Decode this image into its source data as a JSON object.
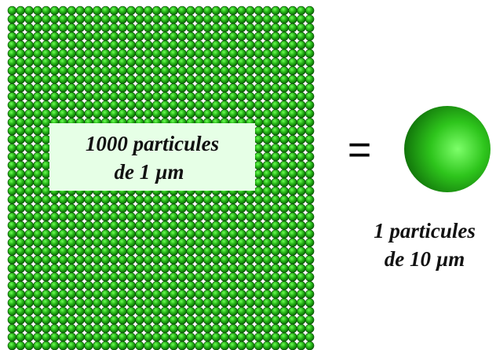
{
  "small_particles": {
    "label_line1": "1000 particules",
    "label_line2": "de   1 µm"
  },
  "equals": "=",
  "large_particle": {
    "label_line1": "1 particules",
    "label_line2": "de  10 µm"
  },
  "colors": {
    "particle": "#22b014",
    "particle_highlight": "#7dff6a",
    "particle_shadow": "#0d6a08",
    "label_box": "#e6ffe6"
  }
}
